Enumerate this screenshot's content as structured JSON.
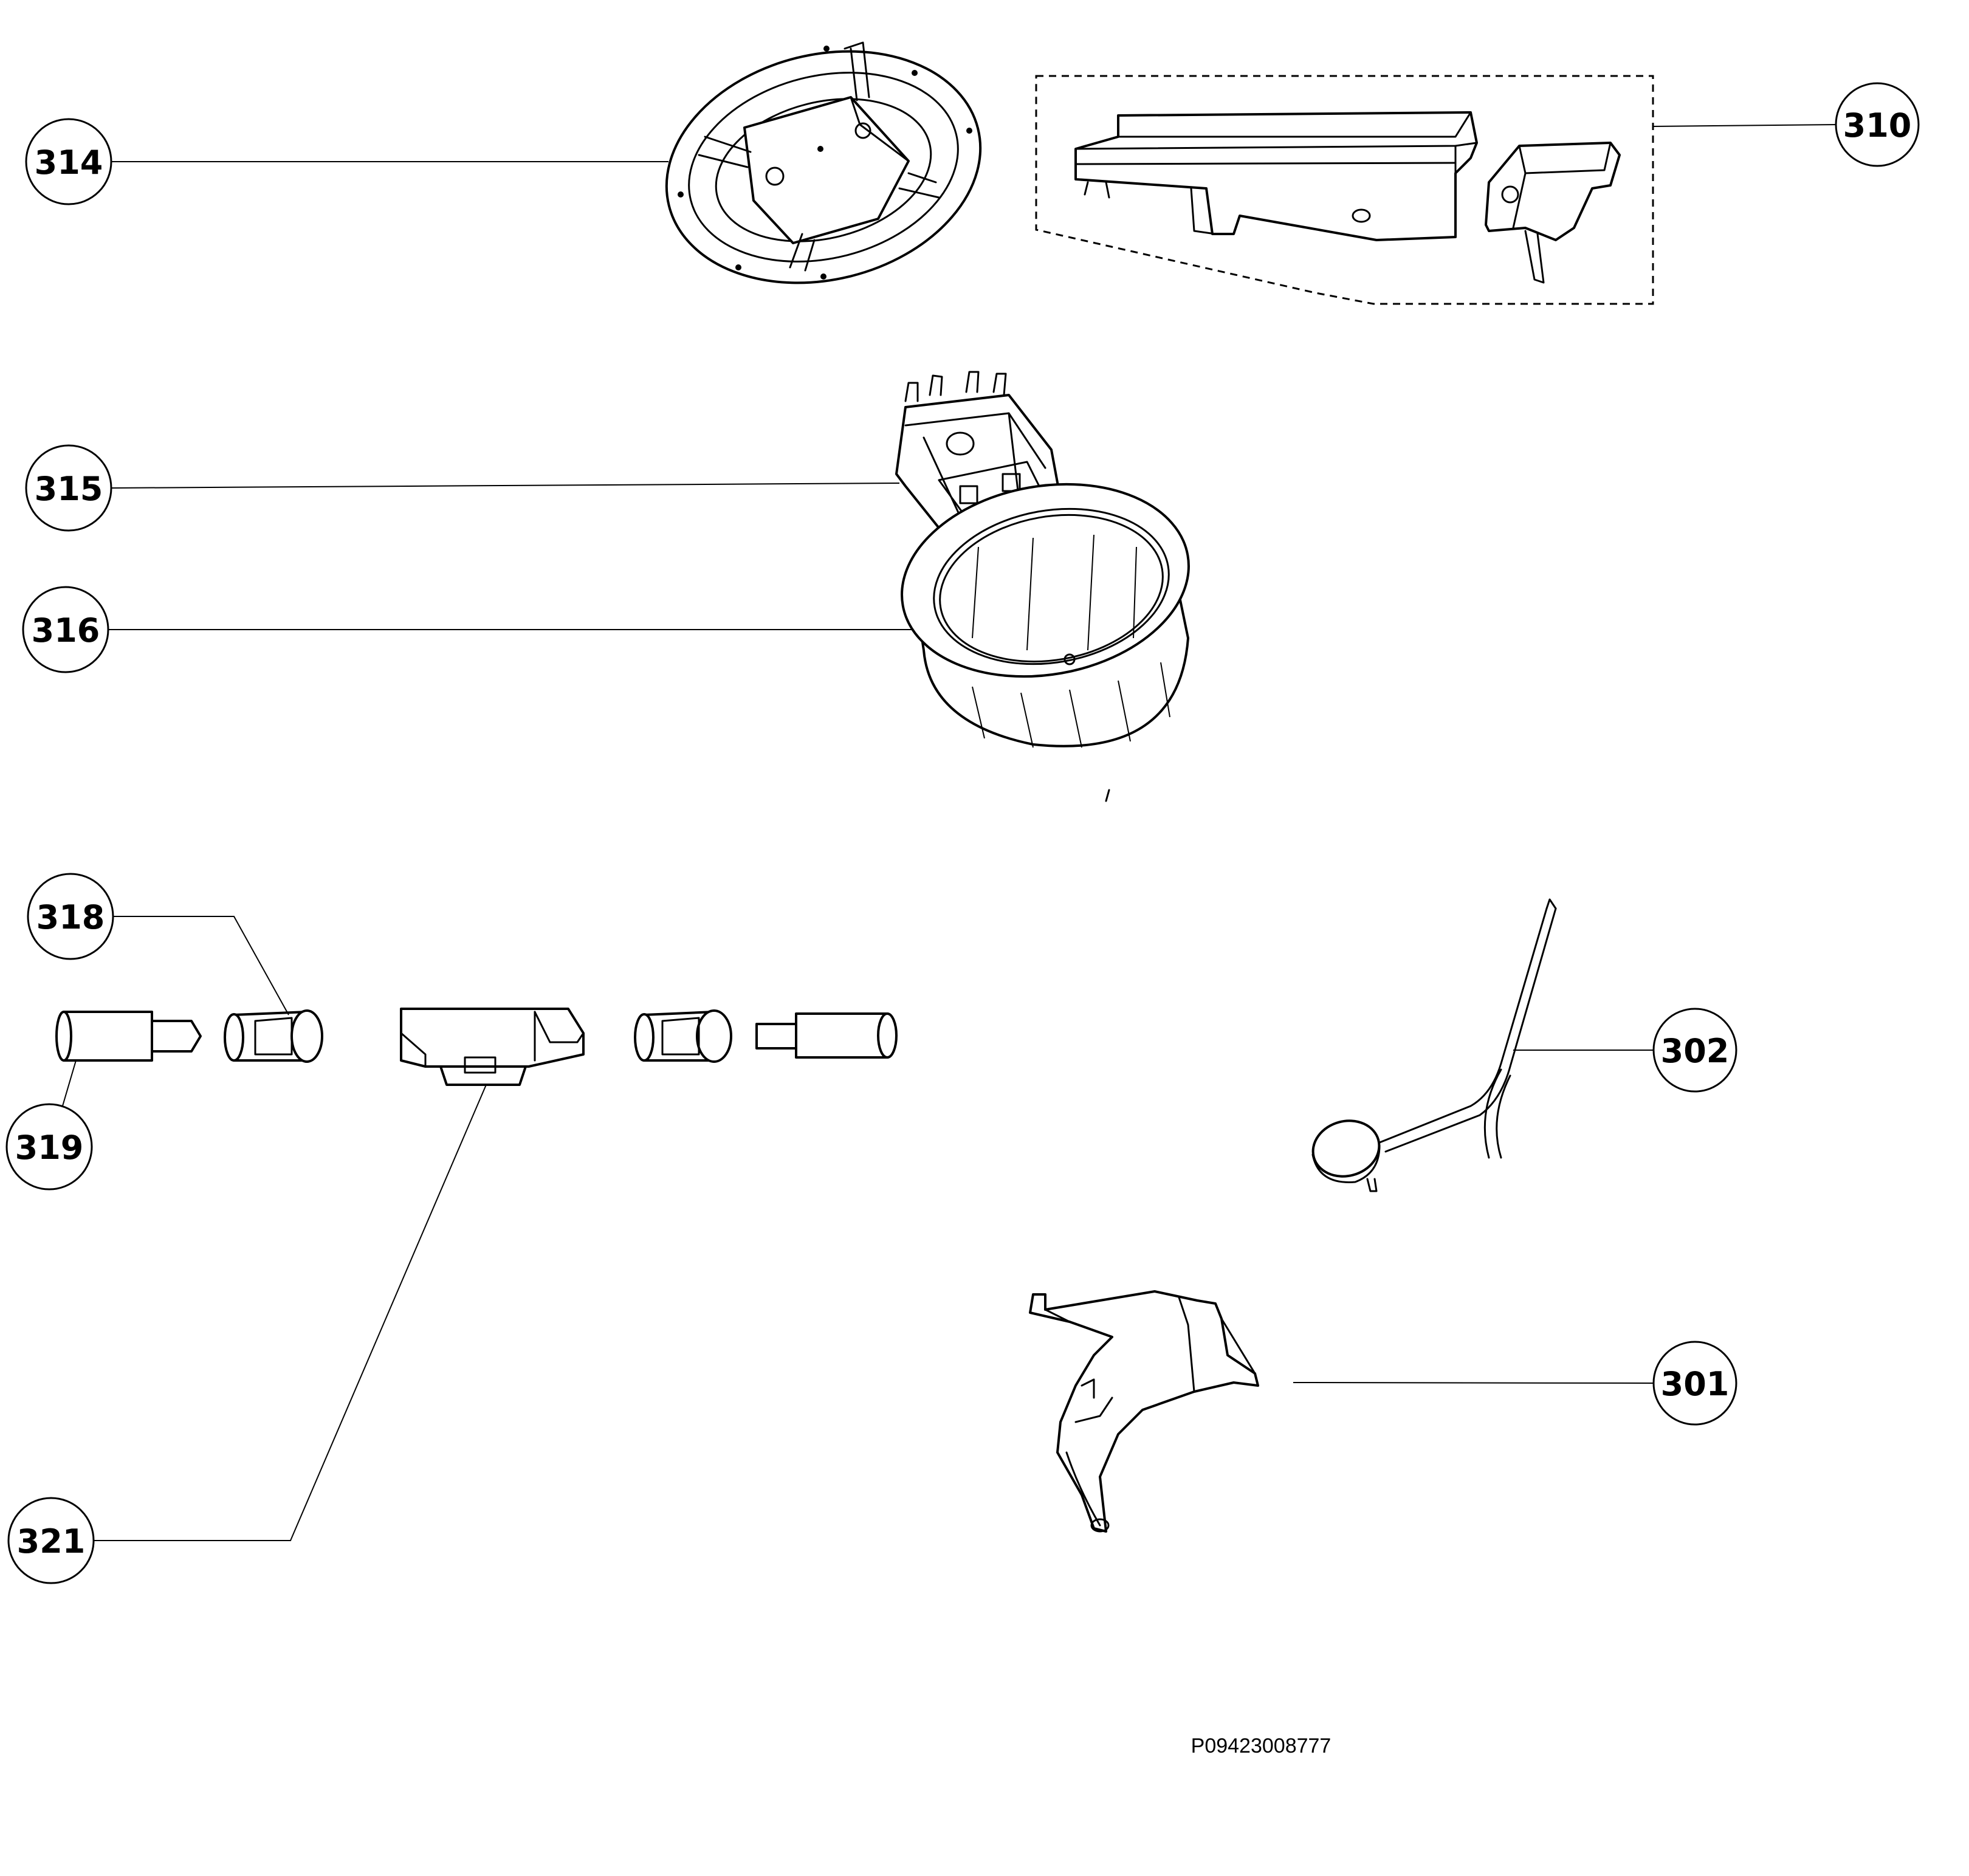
{
  "callouts": [
    {
      "label": "314"
    },
    {
      "label": "310"
    },
    {
      "label": "315"
    },
    {
      "label": "316"
    },
    {
      "label": "318"
    },
    {
      "label": "319"
    },
    {
      "label": "321"
    },
    {
      "label": "302"
    },
    {
      "label": "301"
    }
  ],
  "drawing_code": "P09423008777",
  "colors": {
    "line": "#000000",
    "background": "#ffffff"
  }
}
